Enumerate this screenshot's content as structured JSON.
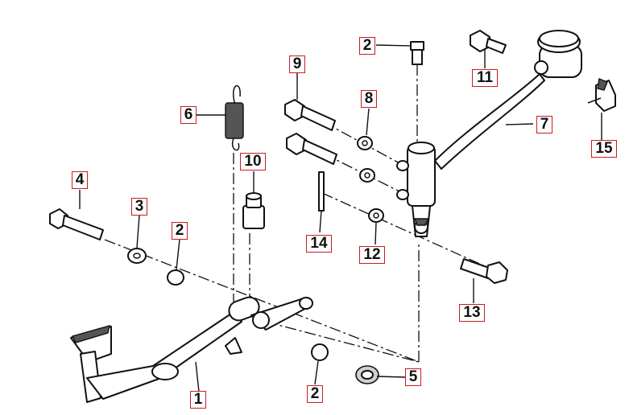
{
  "diagram": {
    "callouts": [
      {
        "id": "c1",
        "label": "1"
      },
      {
        "id": "c2a",
        "label": "2"
      },
      {
        "id": "c2b",
        "label": "2"
      },
      {
        "id": "c2c",
        "label": "2"
      },
      {
        "id": "c3",
        "label": "3"
      },
      {
        "id": "c4",
        "label": "4"
      },
      {
        "id": "c5",
        "label": "5"
      },
      {
        "id": "c6",
        "label": "6"
      },
      {
        "id": "c7",
        "label": "7"
      },
      {
        "id": "c8",
        "label": "8"
      },
      {
        "id": "c9",
        "label": "9"
      },
      {
        "id": "c10",
        "label": "10"
      },
      {
        "id": "c11",
        "label": "11"
      },
      {
        "id": "c12",
        "label": "12"
      },
      {
        "id": "c13",
        "label": "13"
      },
      {
        "id": "c14",
        "label": "14"
      },
      {
        "id": "c15",
        "label": "15"
      }
    ],
    "colors": {
      "callout_border": "#c81e1e",
      "line": "#111111"
    }
  }
}
